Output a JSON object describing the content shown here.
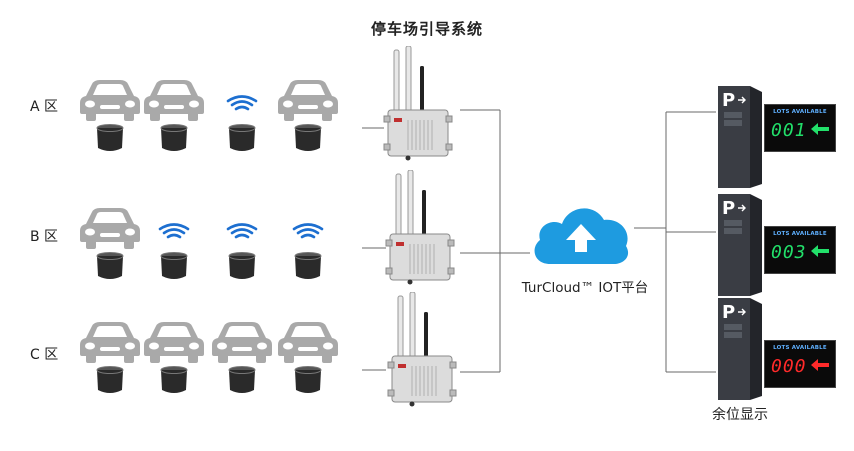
{
  "title": "停车场引导系统",
  "zones": [
    {
      "label": "A 区",
      "slots": [
        "car",
        "car",
        "signal",
        "car"
      ]
    },
    {
      "label": "B 区",
      "slots": [
        "car",
        "signal",
        "signal",
        "signal"
      ]
    },
    {
      "label": "C 区",
      "slots": [
        "car",
        "car",
        "car",
        "car"
      ]
    }
  ],
  "platform_label": "TurCloud™ IOT平台",
  "displays": [
    {
      "lots_text": "LOTS AVAILABLE",
      "count": "001",
      "color": "#22e06a"
    },
    {
      "lots_text": "LOTS AVAILABLE",
      "count": "003",
      "color": "#22e06a"
    },
    {
      "lots_text": "LOTS AVAILABLE",
      "count": "000",
      "color": "#ff2a2a"
    }
  ],
  "sign_letter": "P",
  "display_label": "余位显示",
  "colors": {
    "cloud": "#1e9be0",
    "car": "#a9a9a9",
    "sensor": "#2a2a2a",
    "wifi": "#1d6fd0",
    "wire": "#666666"
  },
  "icons": [
    "car-icon",
    "sensor-icon",
    "wifi-icon",
    "gateway-icon",
    "cloud-icon",
    "parking-sign-icon",
    "arrow-left-icon"
  ]
}
